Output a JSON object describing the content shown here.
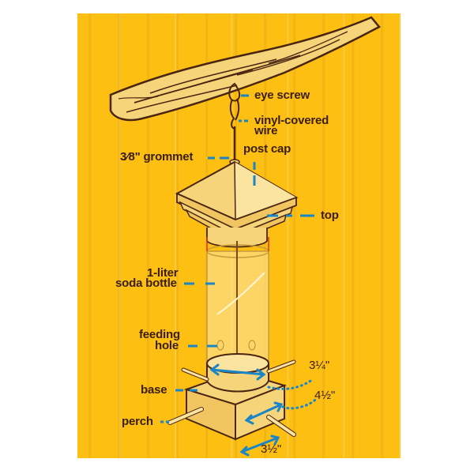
{
  "diagram": {
    "subject": "Soda bottle bird feeder hanging from branch",
    "colors": {
      "background": "#fcbf12",
      "wood": "#f6d57a",
      "outline": "#4a2510",
      "leader_line": "#1a86c8",
      "text": "#3b1e0c",
      "arrow_red": "#e0331a"
    },
    "labels": {
      "eye_screw": "eye screw",
      "wire_line1": "vinyl-covered",
      "wire_line2": "wire",
      "grommet": "3⁄8\" grommet",
      "post_cap": "post cap",
      "top": "top",
      "bottle_line1": "1-liter",
      "bottle_line2": "soda bottle",
      "feeding_line1": "feeding",
      "feeding_line2": "hole",
      "base": "base",
      "perch": "perch"
    },
    "dimensions": {
      "base_cylinder_diameter": "3¼\"",
      "base_block_length": "4½\"",
      "base_block_width": "3½\""
    }
  }
}
